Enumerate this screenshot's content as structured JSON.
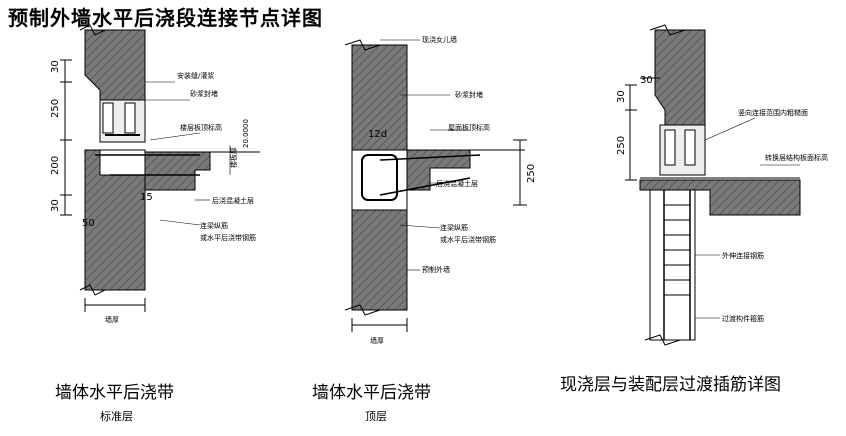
{
  "title": "预制外墙水平后浇段连接节点详图",
  "diagrams": [
    {
      "caption": "墙体水平后浇带",
      "subcaption": "标准层",
      "labels": [
        "安装缝/灌浆",
        "砂浆封堵",
        "楼层板顶标高",
        "后浇混凝土层",
        "连梁纵筋",
        "或水平后浇带钢筋",
        "墙厚",
        "楼板厚",
        "20.0000"
      ],
      "dims": [
        "30",
        "250",
        "200",
        "30",
        "50",
        "15"
      ]
    },
    {
      "caption": "墙体水平后浇带",
      "subcaption": "顶层",
      "labels": [
        "现浇女儿墙",
        "砂浆封堵",
        "屋面板顶标高",
        "后浇混凝土层",
        "连梁纵筋",
        "或水平后浇带钢筋",
        "预制外墙",
        "墙厚"
      ],
      "dims": [
        "12d",
        "250"
      ]
    },
    {
      "caption": "现浇层与装配层过渡插筋详图",
      "labels": [
        "竖向连接范围内粗糙面",
        "转换层结构板面标高",
        "外伸连接钢筋",
        "过渡构件箍筋"
      ],
      "dims": [
        "30",
        "30",
        "250"
      ]
    }
  ]
}
